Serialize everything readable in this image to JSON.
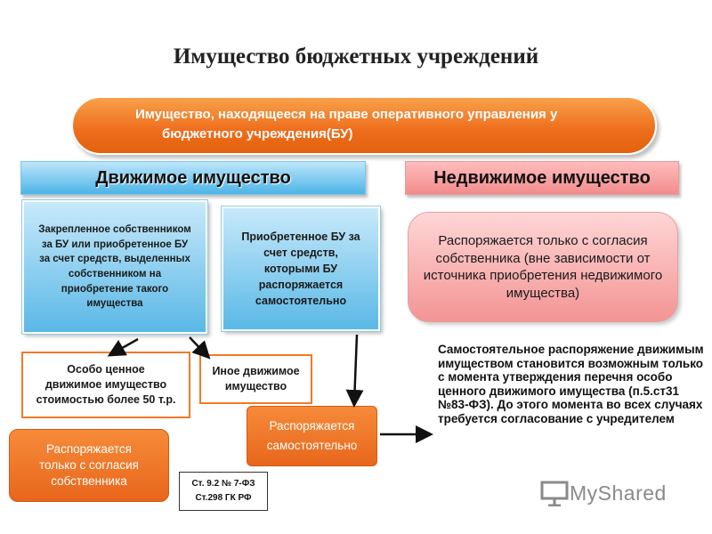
{
  "title": "Имущество бюджетных учреждений",
  "top_pill": {
    "line1": "Имущество, находящееся на праве оперативного управления у",
    "line2": "бюджетного учреждения(БУ)"
  },
  "movable": {
    "header": "Движимое имущество",
    "assigned": [
      "Закрепленное собственником",
      "за БУ или приобретенное БУ",
      "за счет средств, выделенных",
      "собственником на",
      "приобретение такого",
      "имущества"
    ],
    "acquired": [
      "Приобретенное БУ за",
      "счет средств,",
      "которыми БУ",
      "распоряжается",
      "самостоятельно"
    ],
    "especially_valuable": [
      "Особо ценное",
      "движимое имущество",
      "стоимостью более 50 т.р."
    ],
    "other_movable": [
      "Иное движимое",
      "имущество"
    ],
    "owner_consent": [
      "Распоряжается",
      "только с согласия",
      "собственника"
    ],
    "independent": [
      "Распоряжается",
      "самостоятельно"
    ],
    "law_refs": [
      "Ст. 9.2 № 7-ФЗ",
      "Ст.298 ГК РФ"
    ]
  },
  "immovable": {
    "header": "Недвижимое имущество",
    "description": "Распоряжается только с согласия собственника (вне зависимости от источника приобретения недвижимого имущества)"
  },
  "note": "Самостоятельное распоряжение движимым имуществом становится возможным только с момента утверждения перечня особо ценного движимого имущества (п.5.ст31 №83-ФЗ). До этого момента во всех случаях требуется согласование с учредителем",
  "logo": {
    "text": "MyShared",
    "icon": "presentation-board-icon"
  },
  "colors": {
    "orange": "#ee6d1c",
    "blue": "#4cb4e6",
    "pink": "#f28c8c"
  }
}
